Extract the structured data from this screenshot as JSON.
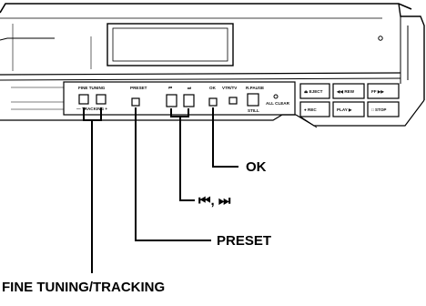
{
  "panel": {
    "fine_tuning_label": "FINE TUNING",
    "tracking_label": "— TRACKING +",
    "preset_label": "PRESET",
    "skip_prev_label": "⏮",
    "skip_next_label": "⏭",
    "ok_label": "OK",
    "vtr_tv_label": "VTR/TV",
    "rpause_label": "R.PAUSE",
    "still_label": "STILL",
    "all_clear_label": "ALL CLEAR",
    "eject_label": "⏏ EJECT",
    "rew_label": "◀◀ REW",
    "ff_label": "FF ▶▶",
    "rec_label": "● REC",
    "play_label": "PLAY ▶",
    "stop_label": "□ STOP"
  },
  "callouts": {
    "ok": "OK",
    "skip": "⏮, ⏭",
    "preset": "PRESET",
    "fine_tuning_tracking": "FINE TUNING/TRACKING"
  }
}
